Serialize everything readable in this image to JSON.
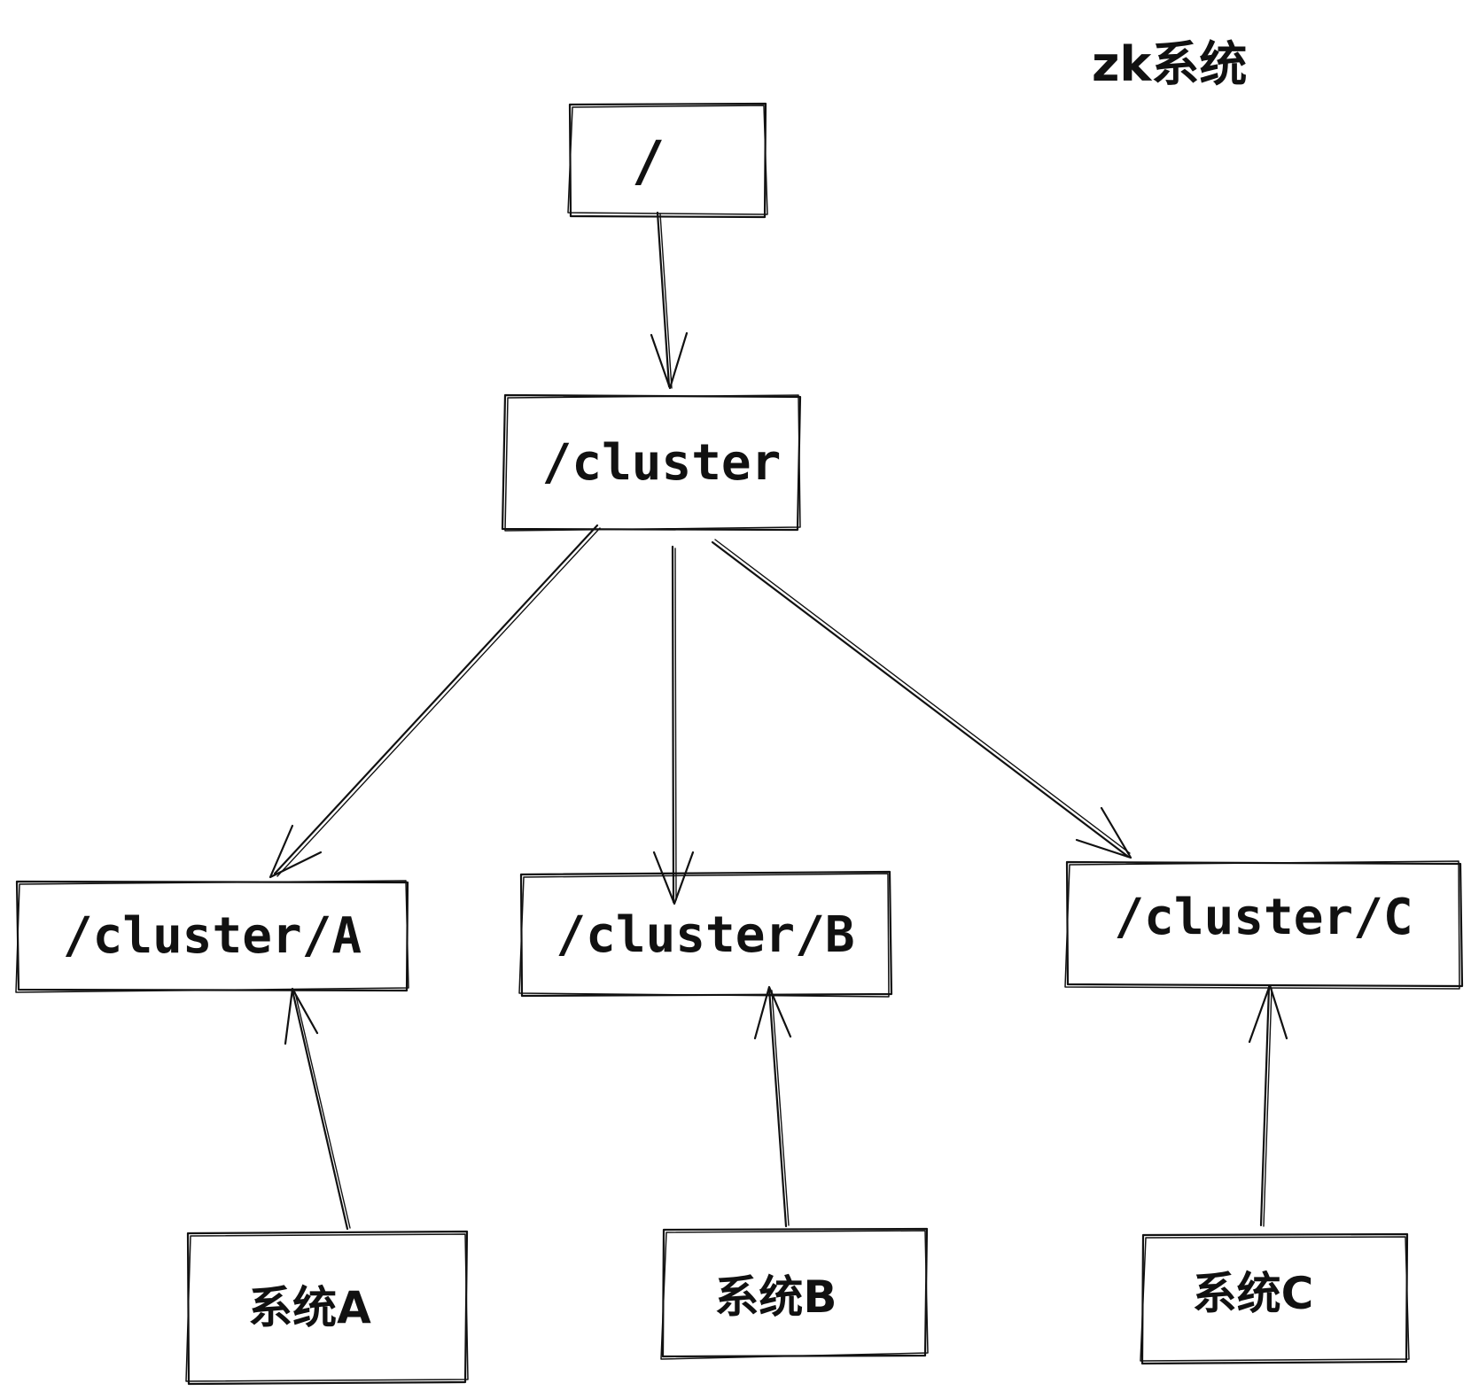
{
  "title": "zk系统",
  "nodes": {
    "root": "/",
    "cluster": "/cluster",
    "cluster_a": "/cluster/A",
    "cluster_b": "/cluster/B",
    "cluster_c": "/cluster/C",
    "system_a": "系统A",
    "system_b": "系统B",
    "system_c": "系统C"
  },
  "edges": [
    {
      "from": "root",
      "to": "cluster"
    },
    {
      "from": "cluster",
      "to": "cluster_a"
    },
    {
      "from": "cluster",
      "to": "cluster_b"
    },
    {
      "from": "cluster",
      "to": "cluster_c"
    },
    {
      "from": "system_a",
      "to": "cluster_a"
    },
    {
      "from": "system_b",
      "to": "cluster_b"
    },
    {
      "from": "system_c",
      "to": "cluster_c"
    }
  ],
  "colors": {
    "stroke": "#111111",
    "background": "#ffffff"
  }
}
